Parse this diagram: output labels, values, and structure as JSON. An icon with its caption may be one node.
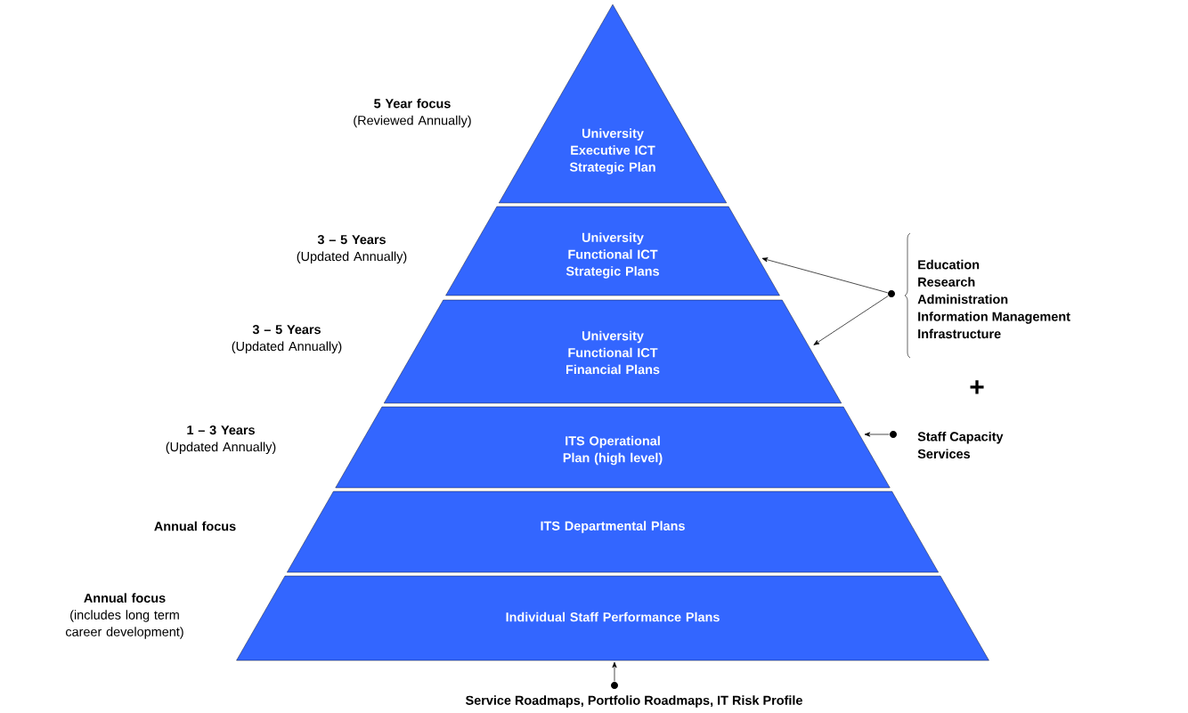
{
  "diagram": {
    "nodes": [
      {
        "text": [
          "University Executive ICT Strategic Plan"
        ],
        "beside": [
          "5 Year focus",
          "(Reviewed Annually)"
        ]
      },
      {
        "text": [
          "University Functional ICT Strategic Plans"
        ],
        "beside": [
          "3 – 5 Years",
          "(Updated Annually)"
        ]
      },
      {
        "text": [
          "University Functional ICT Financial Plans"
        ],
        "beside": [
          "3 – 5 Years",
          "(Updated Annually)"
        ]
      },
      {
        "text": [
          "ITS Operational Plan (high level)"
        ],
        "beside": [
          "1 – 3 Years",
          "(Updated Annually)"
        ]
      },
      {
        "text": [
          "ITS Departmental Plans"
        ],
        "beside": [
          "Annual focus"
        ]
      },
      {
        "text": [
          "Individual Staff Performance Plans"
        ],
        "beside": [
          "Annual focus",
          "(includes long term career development)"
        ]
      },
      {
        "text": [
          "Education",
          "Research",
          "Administration",
          "Information Management",
          "Infrastructure"
        ]
      },
      {
        "text": [
          "Staff Capacity",
          "Services"
        ]
      },
      {
        "text": [
          "Service Roadmaps, Portfolio Roadmaps, IT Risk Profile"
        ]
      }
    ],
    "edges": [
      {
        "from": 6,
        "to": 1,
        "arrow": "to"
      },
      {
        "from": 6,
        "to": 2,
        "arrow": "to"
      },
      {
        "from": 7,
        "to": 3,
        "arrow": "to"
      },
      {
        "from": 8,
        "to": 5,
        "arrow": "to"
      }
    ],
    "labels": [
      "+"
    ]
  }
}
